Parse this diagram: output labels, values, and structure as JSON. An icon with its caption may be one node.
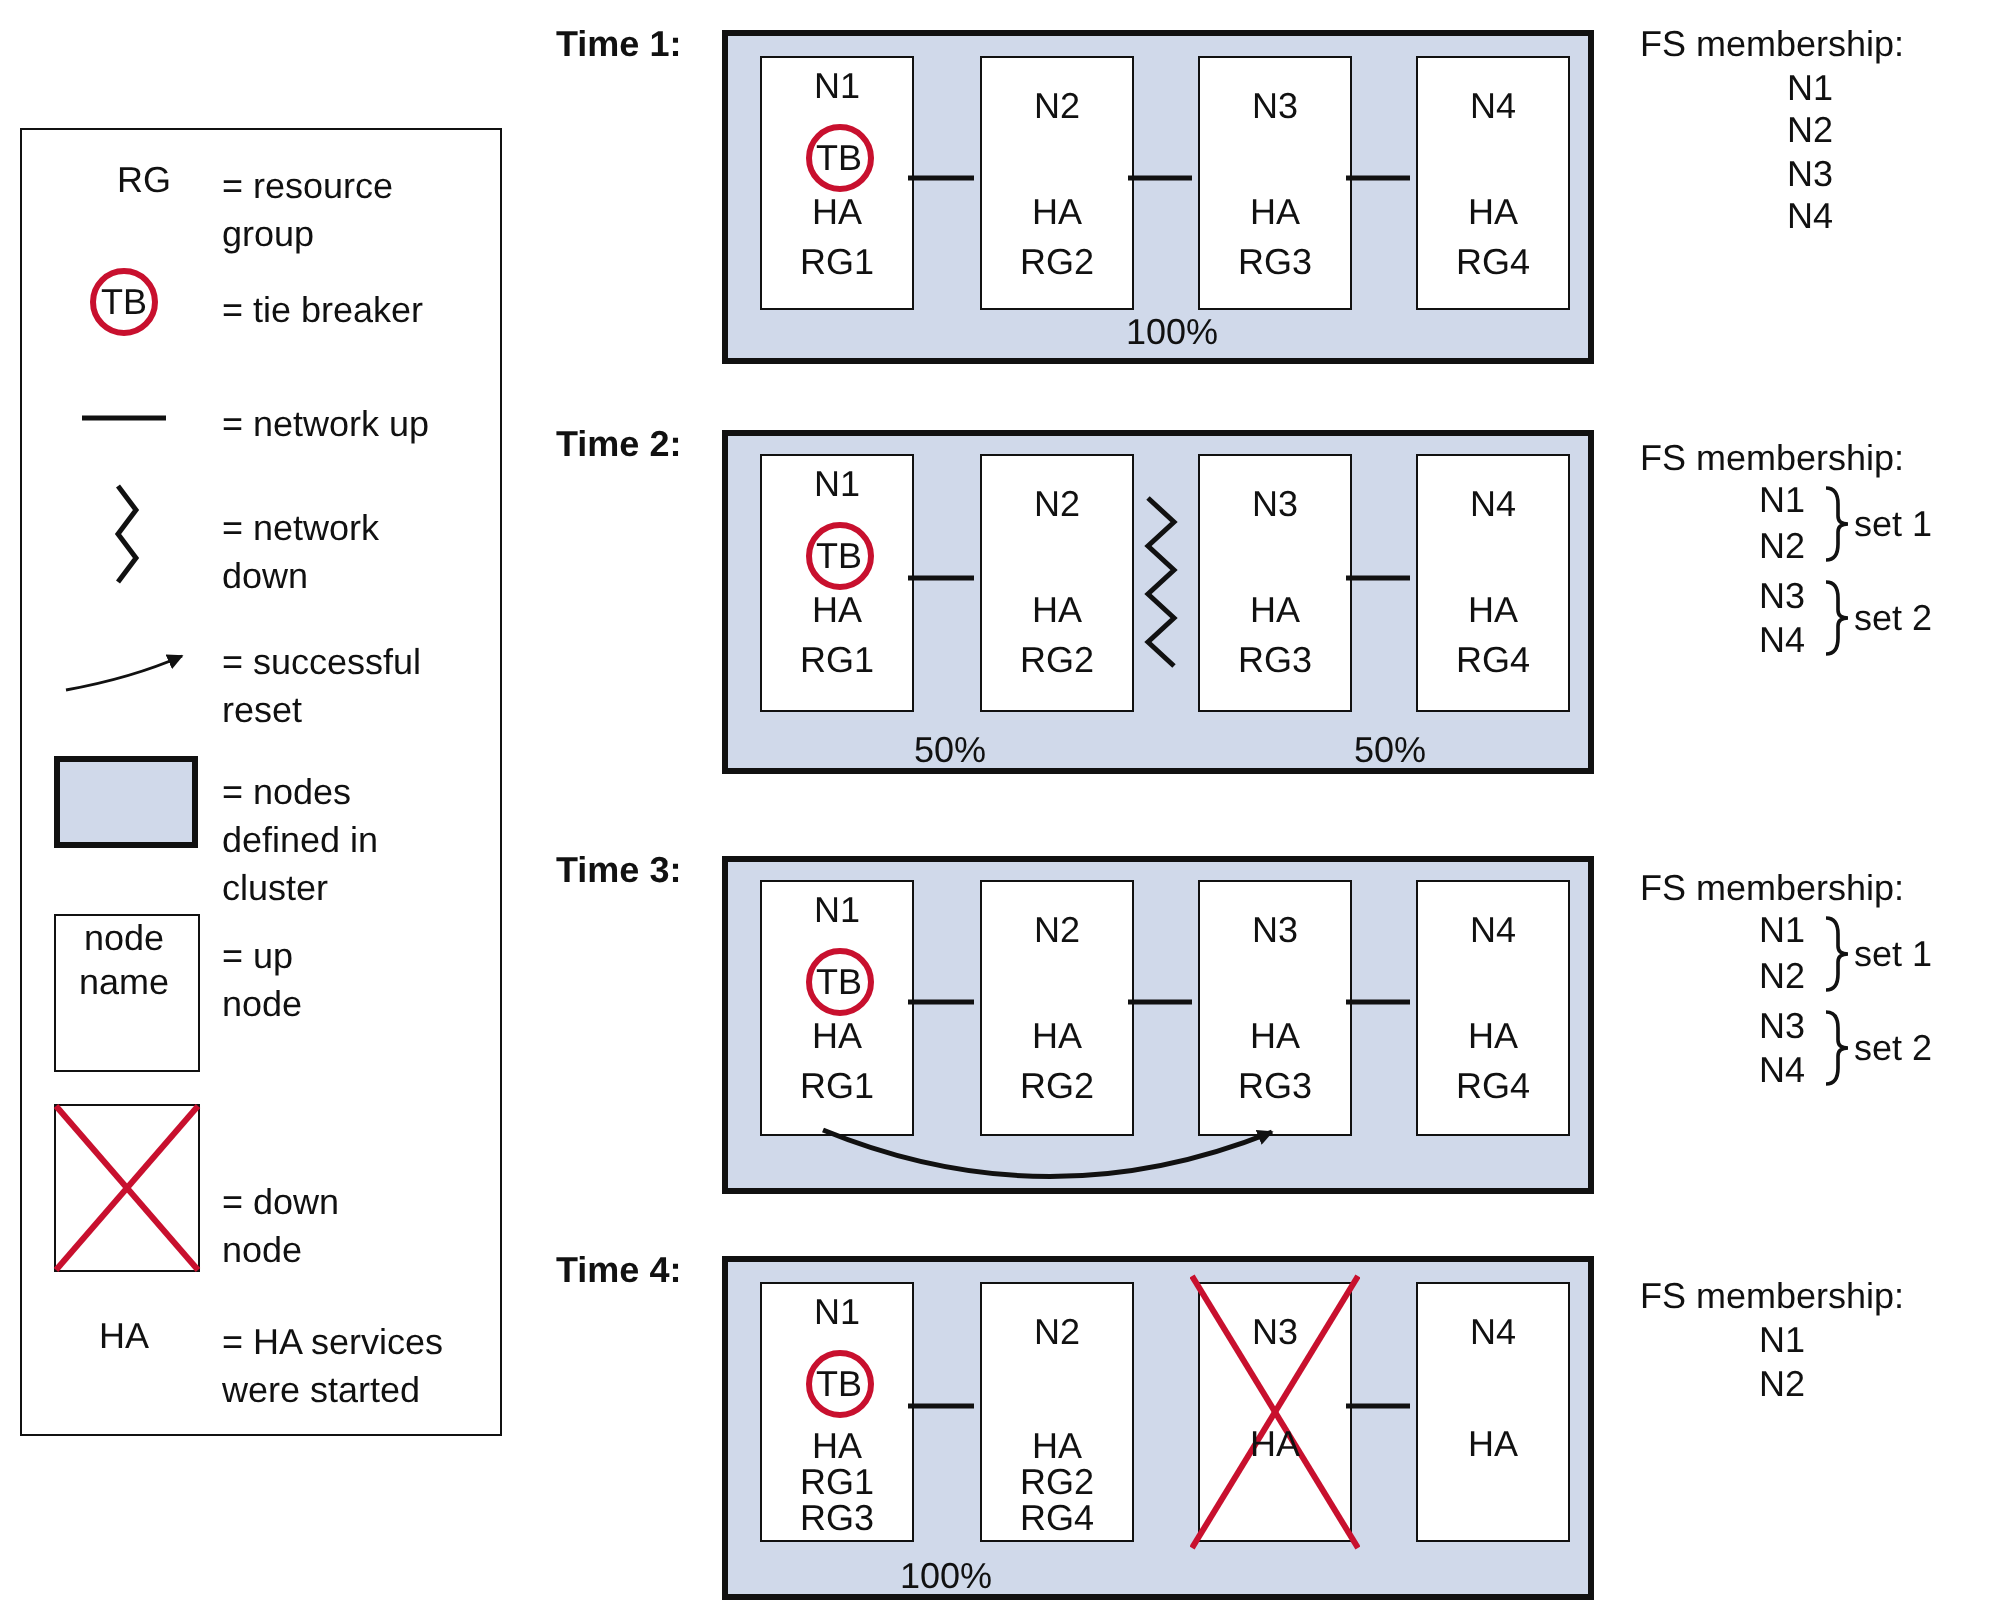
{
  "diagram": {
    "nodes": [
      {
        "text": [
          "Time 1:",
          "100%"
        ]
      },
      {
        "text": [
          "N1",
          "HA",
          "RG1"
        ],
        "in": 0
      },
      {
        "text": [
          "TB"
        ],
        "in": 1
      },
      {
        "text": [
          "N2",
          "HA",
          "RG2"
        ],
        "in": 0
      },
      {
        "text": [
          "N3",
          "HA",
          "RG3"
        ],
        "in": 0
      },
      {
        "text": [
          "N4",
          "HA",
          "RG4"
        ],
        "in": 0
      },
      {
        "text": [
          "Time 2:",
          "50%",
          "50%"
        ]
      },
      {
        "text": [
          "N1",
          "HA",
          "RG1"
        ],
        "in": 6
      },
      {
        "text": [
          "TB"
        ],
        "in": 7
      },
      {
        "text": [
          "N2",
          "HA",
          "RG2"
        ],
        "in": 6
      },
      {
        "text": [
          "N3",
          "HA",
          "RG3"
        ],
        "in": 6
      },
      {
        "text": [
          "N4",
          "HA",
          "RG4"
        ],
        "in": 6
      },
      {
        "text": [
          "Time 3:"
        ]
      },
      {
        "text": [
          "N1",
          "HA",
          "RG1"
        ],
        "in": 12
      },
      {
        "text": [
          "TB"
        ],
        "in": 13
      },
      {
        "text": [
          "N2",
          "HA",
          "RG2"
        ],
        "in": 12
      },
      {
        "text": [
          "N3",
          "HA",
          "RG3"
        ],
        "in": 12
      },
      {
        "text": [
          "N4",
          "HA",
          "RG4"
        ],
        "in": 12
      },
      {
        "text": [
          "Time 4:",
          "100%"
        ]
      },
      {
        "text": [
          "N1",
          "HA",
          "RG1",
          "RG3"
        ],
        "in": 18
      },
      {
        "text": [
          "TB"
        ],
        "in": 19
      },
      {
        "text": [
          "N2",
          "HA",
          "RG2",
          "RG4"
        ],
        "in": 18
      },
      {
        "text": [
          "N3",
          "HA"
        ],
        "in": 18
      },
      {
        "text": [
          "N4",
          "HA"
        ],
        "in": 18
      }
    ],
    "edges": [
      {
        "from": 1,
        "to": 3,
        "arrow": "none"
      },
      {
        "from": 3,
        "to": 4,
        "arrow": "none"
      },
      {
        "from": 4,
        "to": 5,
        "arrow": "none"
      },
      {
        "from": 7,
        "to": 9,
        "arrow": "none"
      },
      {
        "from": 10,
        "to": 11,
        "arrow": "none"
      },
      {
        "from": 13,
        "to": 15,
        "arrow": "none"
      },
      {
        "from": 15,
        "to": 16,
        "arrow": "none"
      },
      {
        "from": 16,
        "to": 17,
        "arrow": "none"
      },
      {
        "from": 13,
        "to": 16,
        "arrow": "to"
      },
      {
        "from": 19,
        "to": 21,
        "arrow": "none"
      },
      {
        "from": 22,
        "to": 23,
        "arrow": "none"
      }
    ],
    "labels": [
      "RG",
      "TB",
      "node name",
      "HA",
      "FS membership:",
      "N1",
      "N2",
      "N3",
      "N4",
      "FS membership:",
      "N1",
      "N2",
      "set 1",
      "N3",
      "N4",
      "set 2",
      "FS membership:",
      "N1",
      "N2",
      "set 1",
      "N3",
      "N4",
      "set 2",
      "FS membership:",
      "N1",
      "N2"
    ],
    "legend": [
      {
        "text": "= resource group"
      },
      {
        "text": "= tie breaker"
      },
      {
        "text": "= network up"
      },
      {
        "text": "= network down"
      },
      {
        "text": "= successful reset"
      },
      {
        "text": "= nodes defined in cluster",
        "color": "#d0d9ea"
      },
      {
        "text": "= up node"
      },
      {
        "text": "= down node"
      },
      {
        "text": "= HA services were started"
      }
    ]
  }
}
